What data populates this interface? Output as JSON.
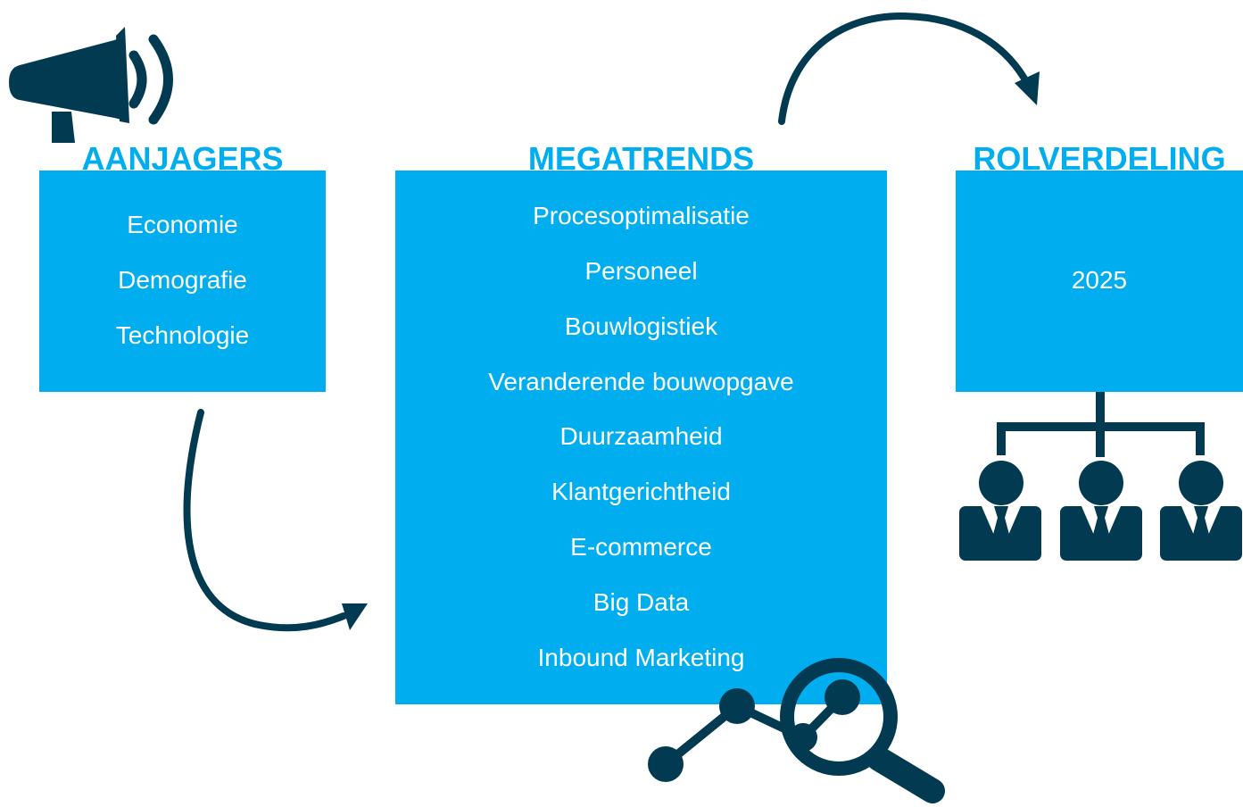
{
  "aanjagers": {
    "title": "AANJAGERS",
    "items": [
      "Economie",
      "Demografie",
      "Technologie"
    ]
  },
  "megatrends": {
    "title": "MEGATRENDS",
    "items": [
      "Procesoptimalisatie",
      "Personeel",
      "Bouwlogistiek",
      "Veranderende bouwopgave",
      "Duurzaamheid",
      "Klantgerichtheid",
      "E-commerce",
      "Big Data",
      "Inbound Marketing"
    ]
  },
  "rolverdeling": {
    "title": "ROLVERDELING",
    "year": "2025"
  },
  "icons": [
    "megaphone-icon",
    "curved-arrow-icon",
    "org-chart-icon",
    "person-icon",
    "magnifier-icon",
    "data-graph-icon"
  ],
  "colors": {
    "accent": "#00adee",
    "text_on_accent": "#ffffff",
    "icon": "#023a51"
  }
}
